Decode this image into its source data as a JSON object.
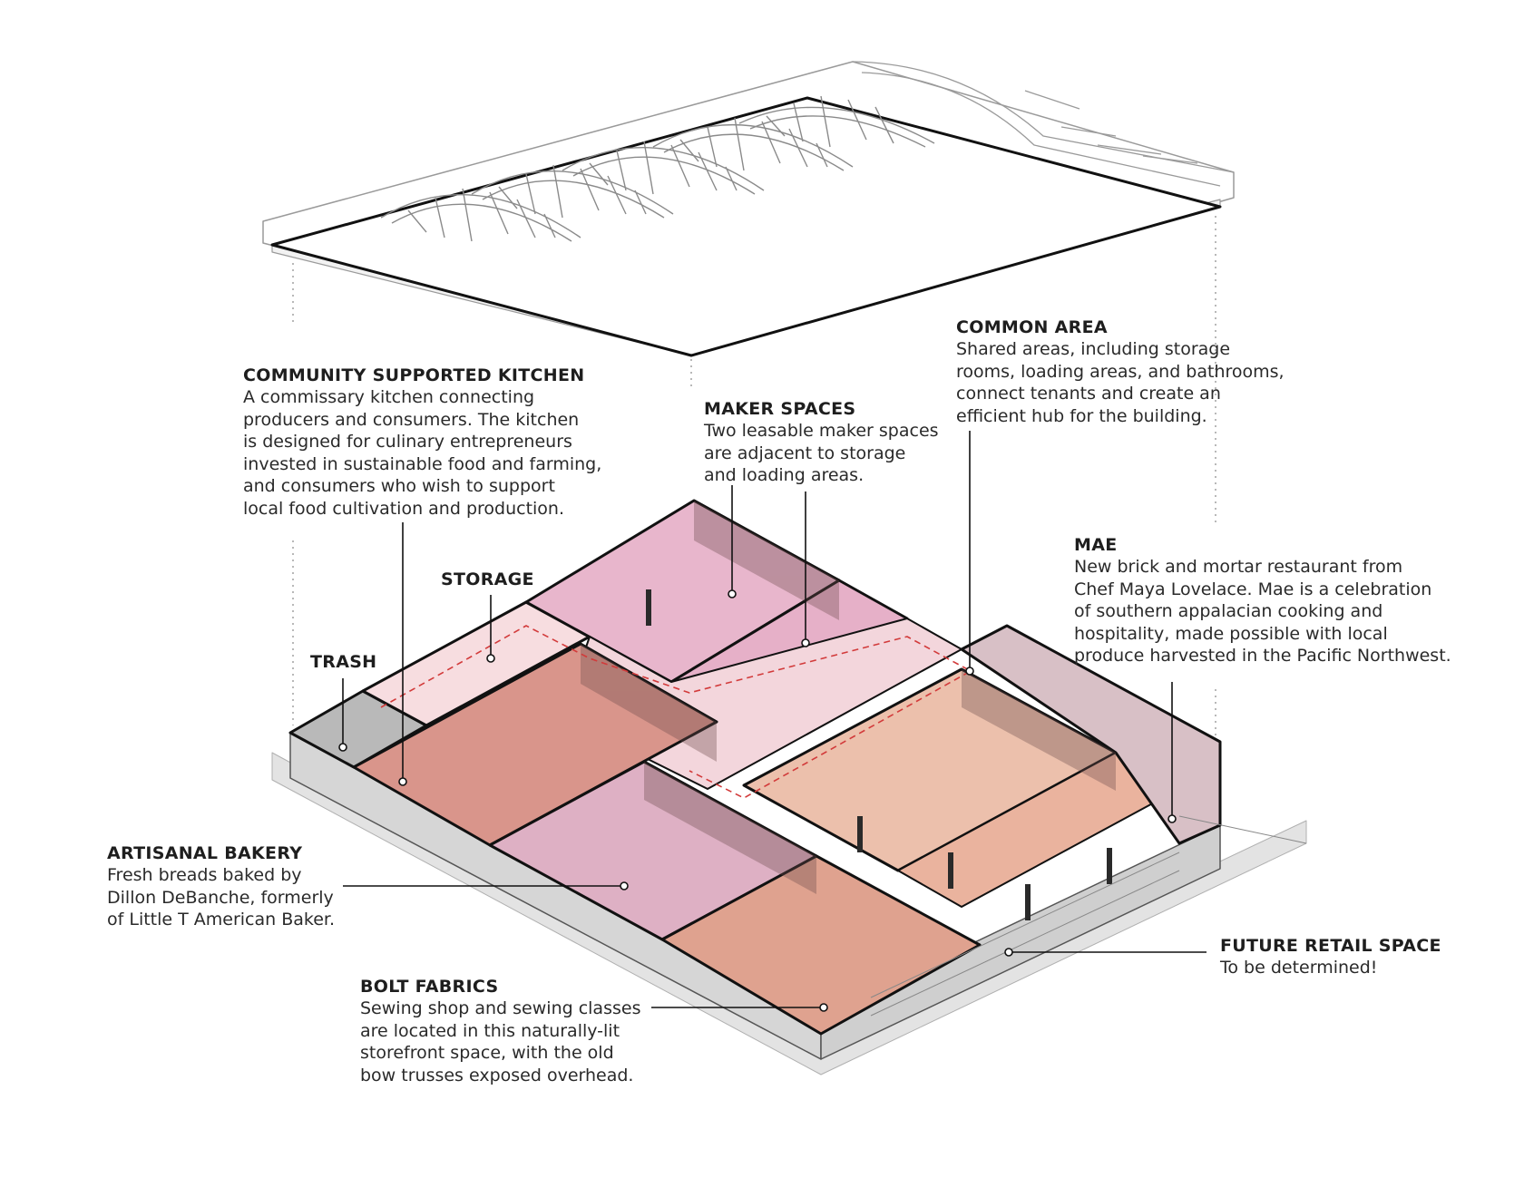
{
  "colors": {
    "kitchen": "#d9958b",
    "bolt_fabrics": "#dfa28f",
    "maker": "#e8b6cc",
    "bakery": "#deb0c4",
    "retail": "#ecc0ac",
    "mae": "#d8c0c6",
    "storage": "#f7dde0",
    "trash": "#b9b9b9",
    "common_path": "#d23a3a",
    "outline": "#111111"
  },
  "labels": {
    "community_kitchen": {
      "title": "COMMUNITY SUPPORTED KITCHEN",
      "lines": [
        "A commissary kitchen connecting",
        "producers and consumers. The kitchen",
        "is designed for culinary entrepreneurs",
        "invested in sustainable food and farming,",
        "and consumers who wish to support",
        "local food cultivation and production."
      ]
    },
    "maker_spaces": {
      "title": "MAKER SPACES",
      "lines": [
        "Two leasable maker spaces",
        "are adjacent to storage",
        "and loading areas."
      ]
    },
    "common_area": {
      "title": "COMMON AREA",
      "lines": [
        "Shared areas, including storage",
        "rooms, loading areas, and bathrooms,",
        "connect tenants and create an",
        "efficient hub for the building."
      ]
    },
    "mae": {
      "title": "MAE",
      "lines": [
        "New brick and mortar restaurant from",
        "Chef Maya Lovelace. Mae is a celebration",
        "of southern appalacian cooking and",
        "hospitality, made possible with local",
        "produce harvested in the Pacific Northwest."
      ]
    },
    "storage": {
      "title": "STORAGE"
    },
    "trash": {
      "title": "TRASH"
    },
    "artisanal_bakery": {
      "title": "ARTISANAL BAKERY",
      "lines": [
        "Fresh breads baked by",
        "Dillon DeBanche, formerly",
        "of Little T American Baker."
      ]
    },
    "bolt_fabrics": {
      "title": "BOLT FABRICS",
      "lines": [
        "Sewing shop and sewing classes",
        "are located in this naturally-lit",
        "storefront space, with the old",
        "bow trusses exposed overhead."
      ]
    },
    "future_retail": {
      "title": "FUTURE RETAIL SPACE",
      "lines": [
        "To be determined!"
      ]
    }
  }
}
